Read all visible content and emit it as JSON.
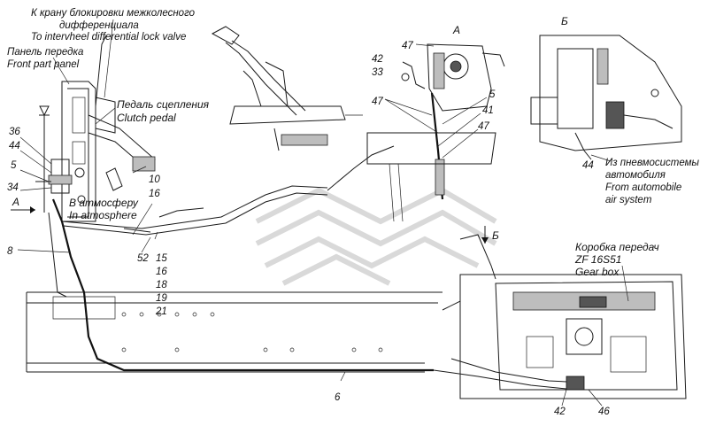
{
  "labels": {
    "diff_lock_ru_1": "К крану блокировки межколесного",
    "diff_lock_ru_2": "дифференциала",
    "diff_lock_en": "To intervheel differential lock valve",
    "front_panel_ru": "Панель передка",
    "front_panel_en": "Front part panel",
    "clutch_ru": "Педаль сцепления",
    "clutch_en": "Clutch pedal",
    "atmosphere_ru": "В атмосферу",
    "atmosphere_en": "In atmosphere",
    "air_system_ru_1": "Из пневмосистемы",
    "air_system_ru_2": "автомобиля",
    "air_system_en_1": "From automobile",
    "air_system_en_2": "air system",
    "gearbox_ru": "Коробка передач",
    "gearbox_model": "ZF 16S51",
    "gearbox_en": "Gear box",
    "view_a": "А",
    "view_b": "Б",
    "arrow_a": "А",
    "arrow_b": "Б"
  },
  "callouts": {
    "n36": "36",
    "n44": "44",
    "n5": "5",
    "n34": "34",
    "n8": "8",
    "n10": "10",
    "n16a": "16",
    "n52": "52",
    "n15": "15",
    "n16b": "16",
    "n18": "18",
    "n19": "19",
    "n21": "21",
    "n6": "6",
    "n42a": "42",
    "n33": "33",
    "n47a": "47",
    "n47b": "47",
    "n47c": "47",
    "n5b": "5",
    "n41": "41",
    "n44b": "44",
    "n42b": "42",
    "n46": "46"
  }
}
